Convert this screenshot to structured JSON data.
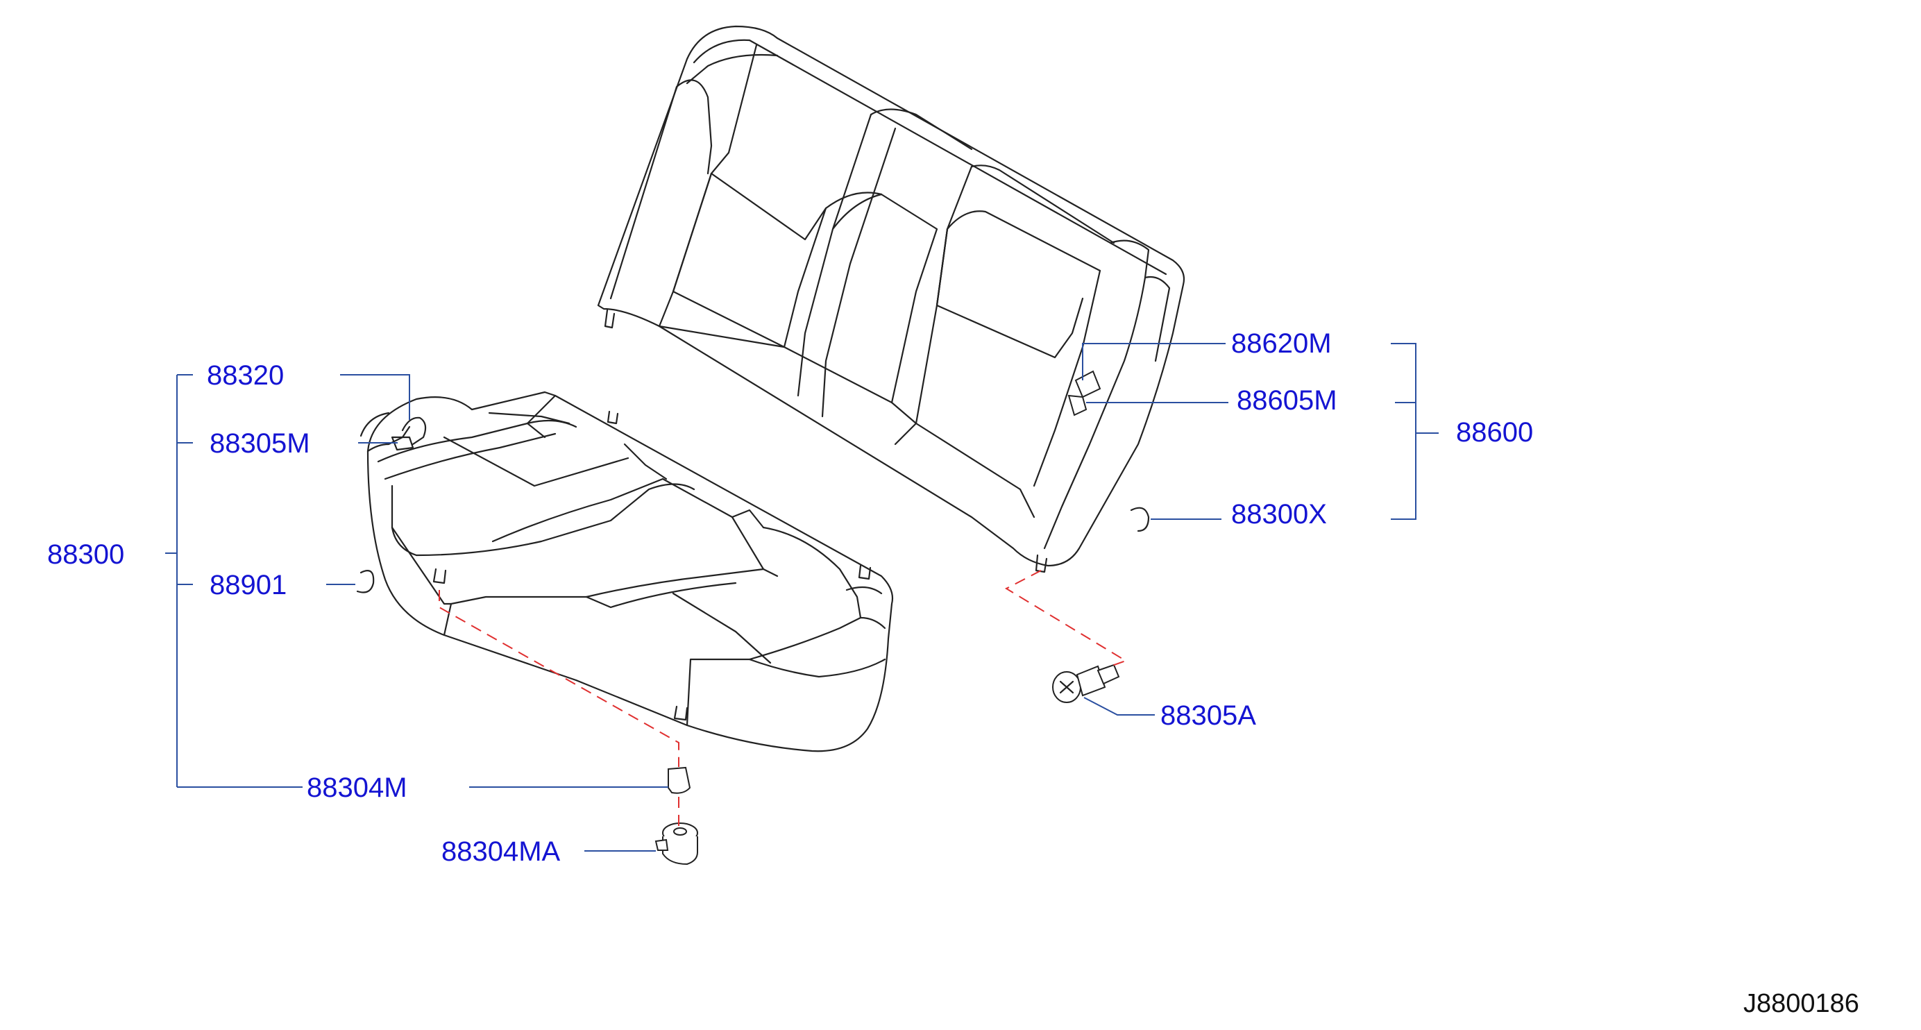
{
  "diagram": {
    "drawing_code": "J8800186",
    "colors": {
      "label": "#1414d2",
      "leader": "#2a4fa0",
      "hidden_line": "#e03030",
      "outline": "#222222"
    },
    "parts": {
      "p88320": "88320",
      "p88305M": "88305M",
      "p88300": "88300",
      "p88901": "88901",
      "p88304M": "88304M",
      "p88304MA": "88304MA",
      "p88620M": "88620M",
      "p88605M": "88605M",
      "p88600": "88600",
      "p88300X": "88300X",
      "p88305A": "88305A"
    }
  }
}
